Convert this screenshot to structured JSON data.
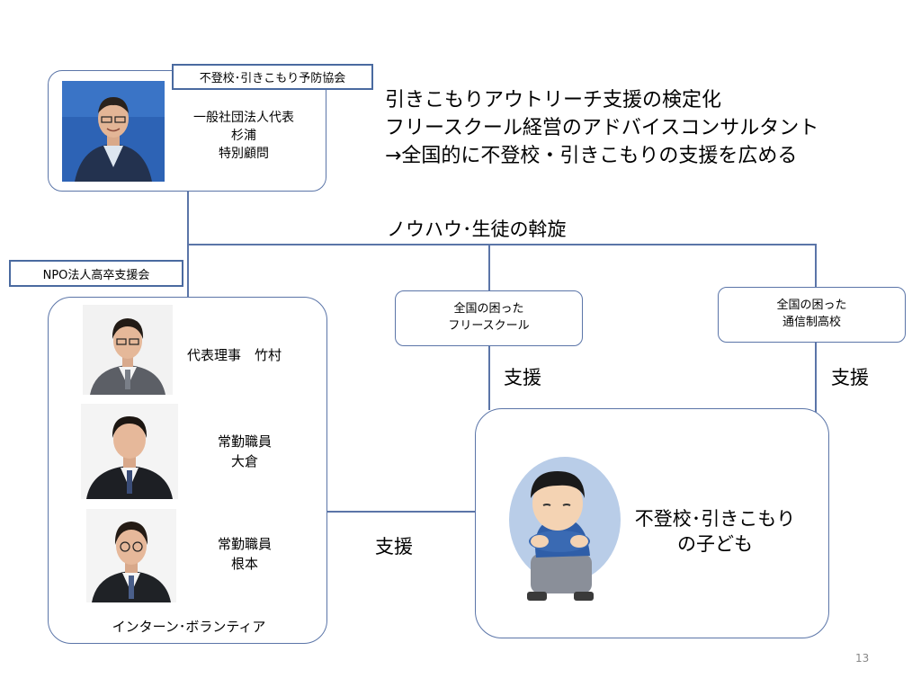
{
  "top_org": {
    "label": "不登校･引きこもり予防協会",
    "lines": [
      "一般社団法人代表",
      "杉浦",
      "特別顧問"
    ]
  },
  "heading_lines": [
    "引きこもりアウトリーチ支援の検定化",
    "フリースクール経営のアドバイスコンサルタント",
    "→全国的に不登校・引きこもりの支援を広める"
  ],
  "connector_label": "ノウハウ･生徒の斡旋",
  "npo": {
    "label": "NPO法人高卒支援会",
    "members": [
      {
        "lines": [
          "代表理事　竹村"
        ]
      },
      {
        "lines": [
          "常勤職員",
          "大倉"
        ]
      },
      {
        "lines": [
          "常勤職員",
          "根本"
        ]
      }
    ],
    "footer": "インターン･ボランティア"
  },
  "freeschool": {
    "lines": [
      "全国の困った",
      "フリースクール"
    ]
  },
  "tsushin": {
    "lines": [
      "全国の困った",
      "通信制高校"
    ]
  },
  "support_labels": [
    "支援",
    "支援",
    "支援"
  ],
  "child": {
    "lines": [
      "不登校･引きこもり",
      "の子ども"
    ]
  },
  "page_number": "13",
  "colors": {
    "line": "#5b75a8",
    "label_border": "#4a6aa0",
    "photo_bg_blue": "#2d63b5"
  }
}
